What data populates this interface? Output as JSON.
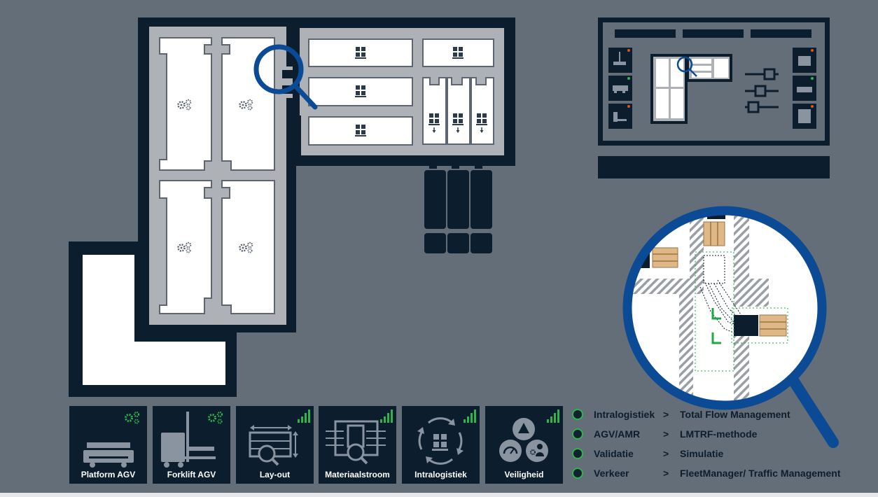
{
  "tiles": [
    {
      "label": "Platform AGV",
      "badge": "gears-icon"
    },
    {
      "label": "Forklift  AGV",
      "badge": "gears-icon"
    },
    {
      "label": "Lay-out",
      "badge": "signal-bars-icon"
    },
    {
      "label": "Materiaalstroom",
      "badge": "signal-bars-icon"
    },
    {
      "label": "Intralogistiek",
      "badge": "signal-bars-icon"
    },
    {
      "label": "Veiligheid",
      "badge": "signal-bars-icon"
    }
  ],
  "legend": [
    {
      "key": "Intralogistiek",
      "sep": ">",
      "value": "Total Flow Management"
    },
    {
      "key": "AGV/AMR",
      "sep": ">",
      "value": "LMTRF-methode"
    },
    {
      "key": "Validatie",
      "sep": ">",
      "value": "Simulatie"
    },
    {
      "key": "Verkeer",
      "sep": ">",
      "value": "FleetManager/ Traffic Management"
    }
  ],
  "colors": {
    "background": "#646e79",
    "dark_navy": "#0c1e2e",
    "accent_blue": "#0b4a94",
    "green": "#2fb34a",
    "pallet_tan": "#deb887"
  },
  "icons": {
    "magnifier": "magnifier-icon",
    "machine": "gears-icon",
    "pallet": "pallet-icon",
    "sliders": "sliders-icon"
  }
}
